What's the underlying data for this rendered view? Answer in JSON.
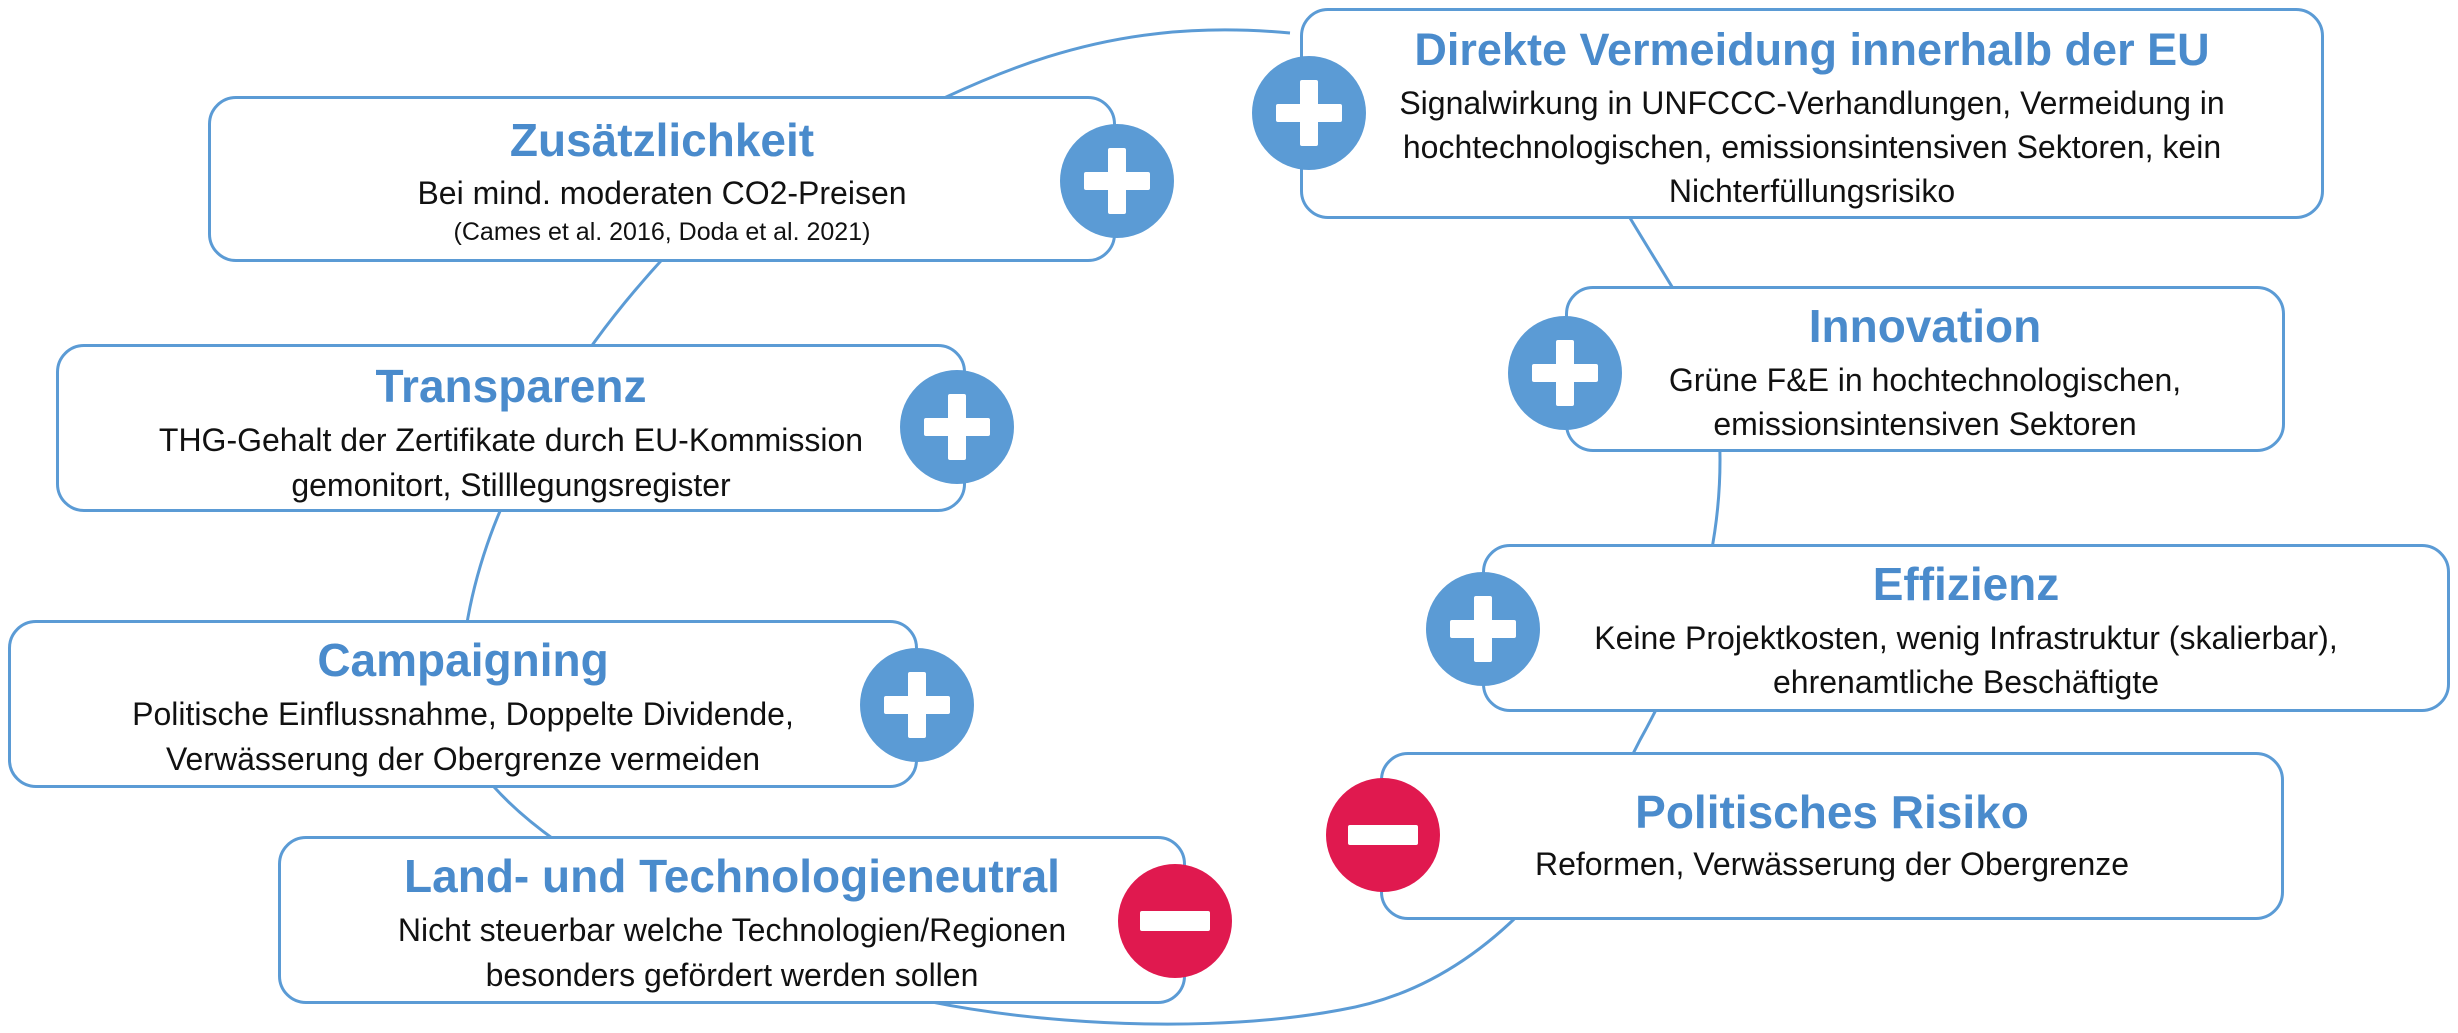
{
  "colors": {
    "accent": "#4a8bcc",
    "card_border": "#5b9bd5",
    "plus": "#5b9bd5",
    "minus": "#e0194f",
    "text": "#111111"
  },
  "cards": {
    "direkte": {
      "title": "Direkte Vermeidung innerhalb der EU",
      "desc": "Signalwirkung in UNFCCC-Verhandlungen, Vermeidung in hochtechnologischen, emissionsintensiven Sektoren, kein Nichterfüllungsrisiko",
      "badge": "plus"
    },
    "zusaetzlichkeit": {
      "title": "Zusätzlichkeit",
      "desc": "Bei mind. moderaten CO2-Preisen",
      "note": "(Cames et al. 2016, Doda et al. 2021)",
      "badge": "plus"
    },
    "innovation": {
      "title": "Innovation",
      "desc": "Grüne F&E in hochtechnologischen, emissionsintensiven Sektoren",
      "badge": "plus"
    },
    "transparenz": {
      "title": "Transparenz",
      "desc": "THG-Gehalt der Zertifikate durch EU-Kommission gemonitort, Stilllegungsregister",
      "badge": "plus"
    },
    "effizienz": {
      "title": "Effizienz",
      "desc": "Keine Projektkosten, wenig Infrastruktur (skalierbar), ehrenamtliche Beschäftigte",
      "badge": "plus"
    },
    "campaigning": {
      "title": "Campaigning",
      "desc": "Politische Einflussnahme, Doppelte Dividende, Verwässerung der Obergrenze vermeiden",
      "badge": "plus"
    },
    "politisches_risiko": {
      "title": "Politisches Risiko",
      "desc": "Reformen, Verwässerung der Obergrenze",
      "badge": "minus"
    },
    "land_technologie": {
      "title": "Land- und Technologieneutral",
      "desc": "Nicht steuerbar welche Technologien/Regionen besonders gefördert werden sollen",
      "badge": "minus"
    }
  }
}
